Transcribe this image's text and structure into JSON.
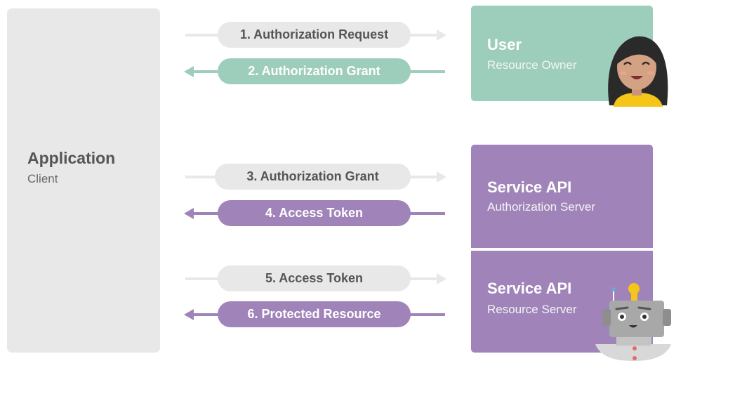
{
  "client": {
    "title": "Application",
    "subtitle": "Client"
  },
  "user": {
    "title": "User",
    "subtitle": "Resource Owner"
  },
  "auth_server": {
    "title": "Service API",
    "subtitle": "Authorization Server"
  },
  "resource_server": {
    "title": "Service API",
    "subtitle": "Resource Server"
  },
  "steps": [
    {
      "label": "1. Authorization Request",
      "direction": "right",
      "style": "grey"
    },
    {
      "label": "2. Authorization Grant",
      "direction": "left",
      "style": "green"
    },
    {
      "label": "3. Authorization Grant",
      "direction": "right",
      "style": "grey"
    },
    {
      "label": "4. Access Token",
      "direction": "left",
      "style": "purple"
    },
    {
      "label": "5. Access Token",
      "direction": "right",
      "style": "grey"
    },
    {
      "label": "6. Protected Resource",
      "direction": "left",
      "style": "purple"
    }
  ],
  "colors": {
    "grey": "#e8e8e8",
    "green": "#9dcdbb",
    "purple": "#a084b9",
    "text_dark": "#555555"
  },
  "icons": {
    "user": "woman-avatar-icon",
    "robot": "robot-icon"
  }
}
